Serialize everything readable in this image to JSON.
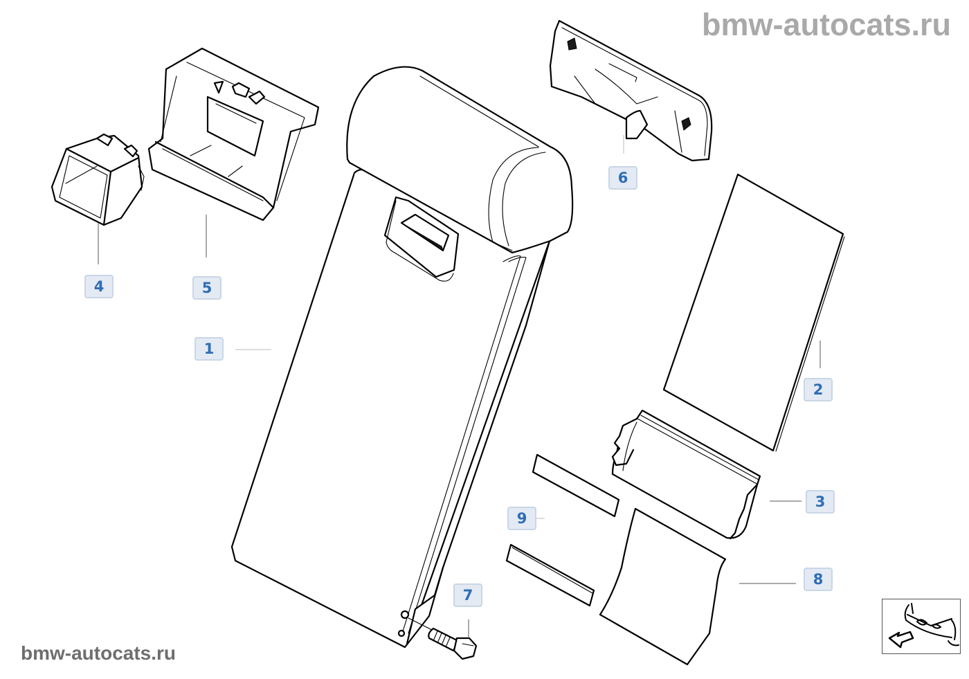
{
  "watermarks": {
    "top": "bmw-autocats.ru",
    "bottom": "bmw-autocats.ru"
  },
  "diagram": {
    "subject": "rear seat centre armrest / backrest exploded view",
    "callout_style": {
      "background": "#e3eaf4",
      "border": "#c9d6e6",
      "text_color": "#2f6db5"
    },
    "callouts": [
      {
        "id": "1",
        "label": "1",
        "part": "armrest-backrest"
      },
      {
        "id": "2",
        "label": "2",
        "part": "panel"
      },
      {
        "id": "3",
        "label": "3",
        "part": "bracket"
      },
      {
        "id": "4",
        "label": "4",
        "part": "cup-holder-insert"
      },
      {
        "id": "5",
        "label": "5",
        "part": "storage-tray-frame"
      },
      {
        "id": "6",
        "label": "6",
        "part": "handle-cover"
      },
      {
        "id": "7",
        "label": "7",
        "part": "bolt"
      },
      {
        "id": "8",
        "label": "8",
        "part": "cover-sheet"
      },
      {
        "id": "9",
        "label": "9",
        "part": "strip"
      }
    ]
  },
  "navigation": {
    "thumbnail": "car-front-back-arrow-icon"
  }
}
